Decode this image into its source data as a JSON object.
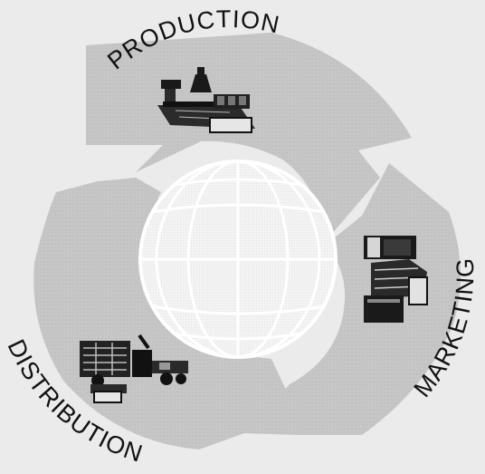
{
  "diagram": {
    "labels": {
      "production": "PRODUCTION",
      "marketing": "MARKETING",
      "distribution": "DISTRIBUTION"
    },
    "colors": {
      "background": "#ebebeb",
      "ring": "#c4c4c4",
      "globe_fill": "#f2f2f2",
      "globe_lines": "#ffffff",
      "ink": "#111111"
    },
    "icons": [
      "factory-icon",
      "store-shelves-icon",
      "delivery-truck-icon",
      "globe-icon"
    ]
  }
}
